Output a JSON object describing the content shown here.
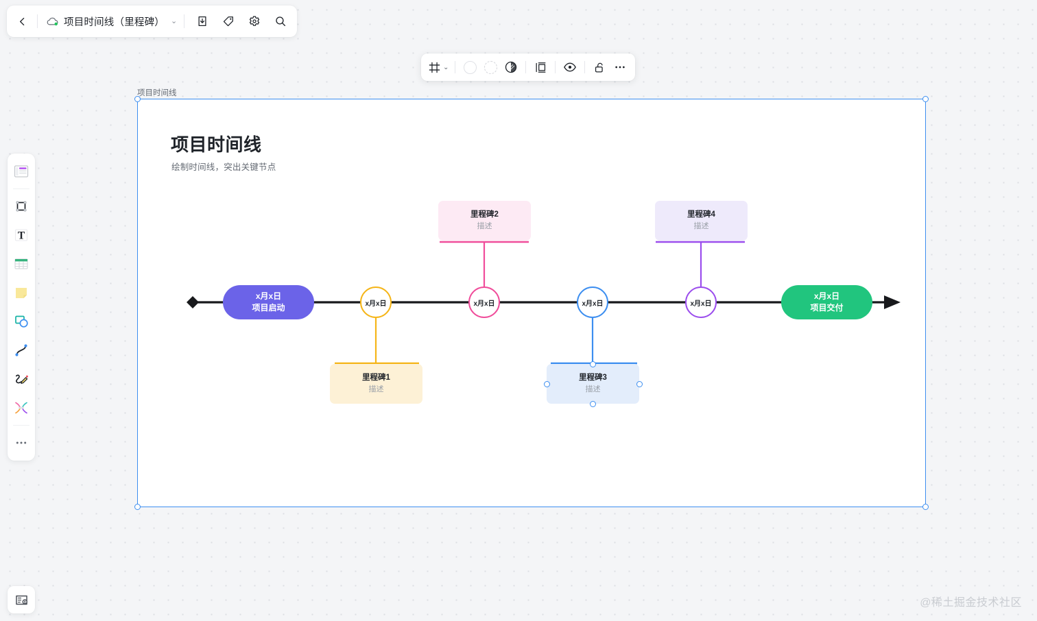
{
  "header": {
    "back_icon": "chevron-left-icon",
    "cloud_icon": "cloud-sync-icon",
    "doc_title": "项目时间线（里程碑）",
    "title_caret": "⌄",
    "actions": [
      {
        "name": "download-icon",
        "label": "下载"
      },
      {
        "name": "tag-icon",
        "label": "标签"
      },
      {
        "name": "settings-gear-icon",
        "label": "设置"
      },
      {
        "name": "search-icon",
        "label": "搜索"
      }
    ]
  },
  "float_toolbar": {
    "items": [
      {
        "name": "frame-tool",
        "icon": "frame-icon",
        "caret": "⌄"
      },
      {
        "name": "fill-color",
        "icon": "color-swatch-icon"
      },
      {
        "name": "border-color",
        "icon": "dashed-swatch-icon"
      },
      {
        "name": "opacity",
        "icon": "contrast-circle-icon"
      },
      {
        "name": "layout-align",
        "icon": "align-frame-icon"
      },
      {
        "name": "visibility",
        "icon": "eye-icon"
      },
      {
        "name": "lock",
        "icon": "unlock-icon"
      },
      {
        "name": "more",
        "icon": "more-horizontal-icon"
      }
    ]
  },
  "left_rail": {
    "items": [
      {
        "name": "template-tool",
        "icon": "template-icon"
      },
      {
        "name": "frame-tool",
        "icon": "crop-frame-icon"
      },
      {
        "name": "text-tool",
        "icon": "text-t-icon"
      },
      {
        "name": "table-tool",
        "icon": "table-grid-icon"
      },
      {
        "name": "sticky-note-tool",
        "icon": "sticky-note-icon"
      },
      {
        "name": "shape-tool",
        "icon": "shapes-icon"
      },
      {
        "name": "curve-tool",
        "icon": "bezier-curve-icon"
      },
      {
        "name": "pen-tool",
        "icon": "pencil-scribble-icon"
      },
      {
        "name": "connector-tool",
        "icon": "connector-icon"
      },
      {
        "name": "more-tools",
        "icon": "more-horizontal-icon"
      }
    ]
  },
  "bottom_left": {
    "name": "presentation-tool",
    "icon": "card-lock-icon"
  },
  "watermark": "@稀土掘金技术社区",
  "canvas": {
    "frame_label": "项目时间线",
    "title": "项目时间线",
    "subtitle": "绘制时间线，突出关键节点",
    "accent_selection": "#3c8ef0"
  },
  "timeline": {
    "start_marker": "diamond",
    "end_marker": "arrow",
    "axis_color": "#18191c",
    "start_node": {
      "date": "x月x日",
      "label": "项目启动",
      "color": "#6b63e8"
    },
    "end_node": {
      "date": "x月x日",
      "label": "项目交付",
      "color": "#21c57e"
    },
    "nodes": [
      {
        "date": "x月x日",
        "color": "#f5b518",
        "side": "below",
        "selected": false
      },
      {
        "date": "x月x日",
        "color": "#f04c9a",
        "side": "above",
        "selected": false
      },
      {
        "date": "x月x日",
        "color": "#3c8ef0",
        "side": "below",
        "selected": true
      },
      {
        "date": "x月x日",
        "color": "#9b4ded",
        "side": "above",
        "selected": false
      }
    ],
    "milestones": [
      {
        "title": "里程碑1",
        "desc": "描述",
        "accent": "#f5b518",
        "bg": "#fdf1d6",
        "side": "below",
        "selected": false
      },
      {
        "title": "里程碑2",
        "desc": "描述",
        "accent": "#f04c9a",
        "bg": "#fdeaf4",
        "side": "above",
        "selected": false
      },
      {
        "title": "里程碑3",
        "desc": "描述",
        "accent": "#3c8ef0",
        "bg": "#e3edfb",
        "side": "below",
        "selected": true
      },
      {
        "title": "里程碑4",
        "desc": "描述",
        "accent": "#9b4ded",
        "bg": "#eeeafb",
        "side": "above",
        "selected": false
      }
    ]
  }
}
